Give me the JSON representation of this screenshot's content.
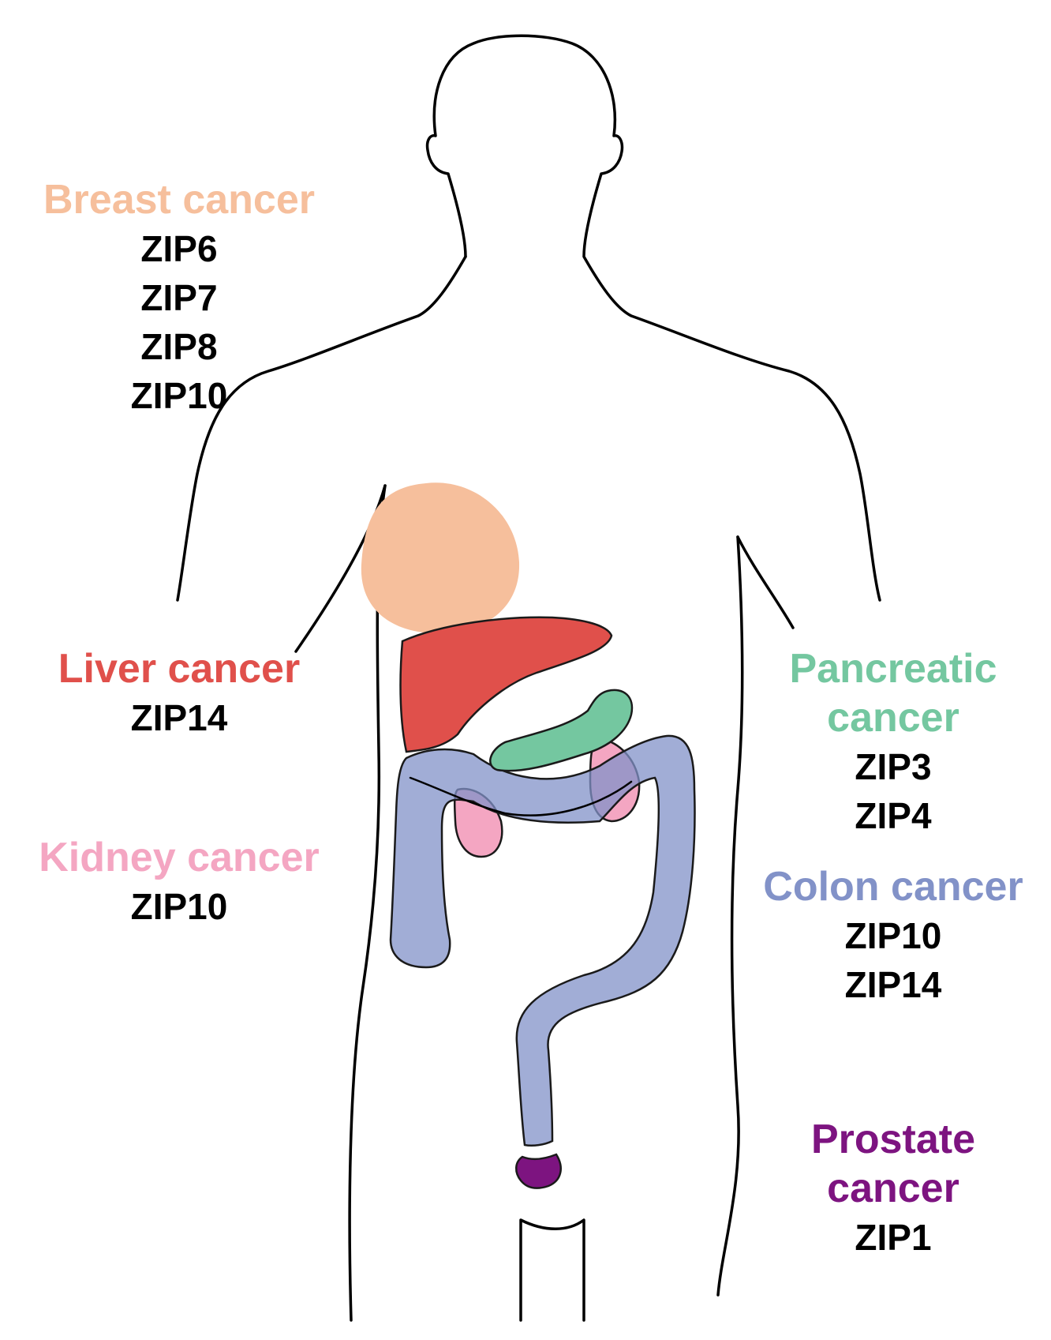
{
  "colors": {
    "breast": "#f6bf9c",
    "liver": "#e0504b",
    "kidney": "#f4a6c2",
    "pancreas": "#74c7a0",
    "colon": "#8292c8",
    "prostate": "#7d1480",
    "zip_text": "#000000",
    "outline": "#000000"
  },
  "labels": {
    "breast": {
      "name": "Breast cancer",
      "zips": [
        "ZIP6",
        "ZIP7",
        "ZIP8",
        "ZIP10"
      ]
    },
    "liver": {
      "name": "Liver cancer",
      "zips": [
        "ZIP14"
      ]
    },
    "kidney": {
      "name": "Kidney cancer",
      "zips": [
        "ZIP10"
      ]
    },
    "pancreas": {
      "name_line1": "Pancreatic",
      "name_line2": "cancer",
      "zips": [
        "ZIP3",
        "ZIP4"
      ]
    },
    "colon": {
      "name": "Colon cancer",
      "zips": [
        "ZIP10",
        "ZIP14"
      ]
    },
    "prostate": {
      "name_line1": "Prostate",
      "name_line2": "cancer",
      "zips": [
        "ZIP1"
      ]
    }
  }
}
